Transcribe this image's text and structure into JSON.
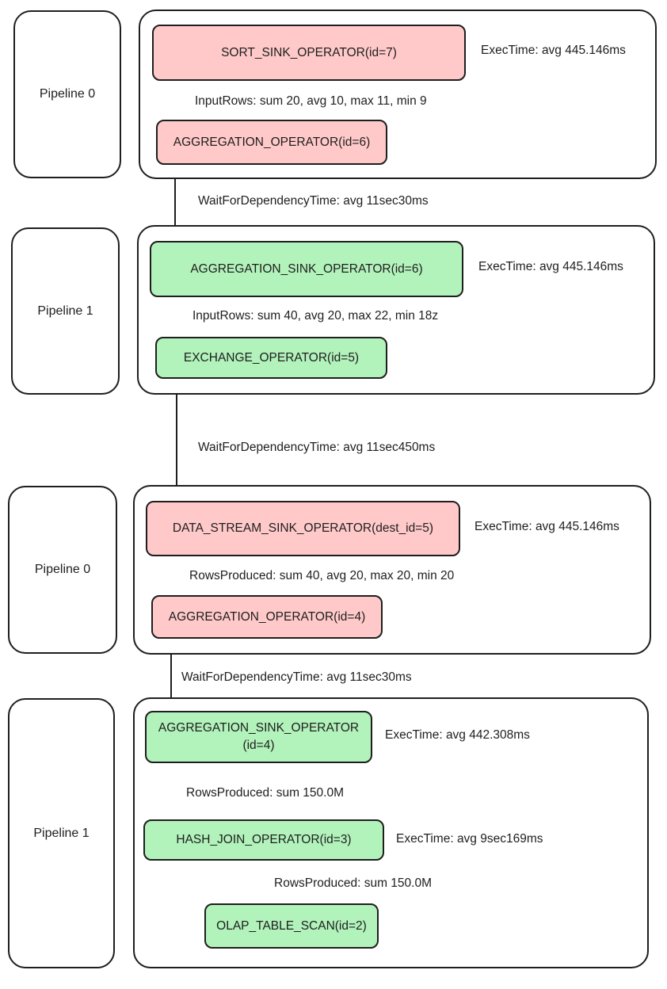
{
  "colors": {
    "red_op": "#ffc9c9",
    "green_op": "#b2f2bb",
    "stroke": "#1e1e1e"
  },
  "groups": [
    {
      "pipeline_label": "Pipeline 0",
      "ops": [
        {
          "label": "SORT_SINK_OPERATOR(id=7)",
          "color": "red"
        },
        {
          "label": "AGGREGATION_OPERATOR(id=6)",
          "color": "red"
        }
      ],
      "exec_time": "ExecTime: avg 445.146ms",
      "edge_label": "InputRows: sum 20, avg 10, max 11, min 9"
    },
    {
      "pipeline_label": "Pipeline 1",
      "ops": [
        {
          "label": "AGGREGATION_SINK_OPERATOR(id=6)",
          "color": "green"
        },
        {
          "label": "EXCHANGE_OPERATOR(id=5)",
          "color": "green"
        }
      ],
      "exec_time": "ExecTime: avg 445.146ms",
      "edge_label": "InputRows: sum 40, avg 20, max 22, min 18z"
    },
    {
      "pipeline_label": "Pipeline 0",
      "ops": [
        {
          "label": "DATA_STREAM_SINK_OPERATOR(dest_id=5)",
          "color": "red"
        },
        {
          "label": "AGGREGATION_OPERATOR(id=4)",
          "color": "red"
        }
      ],
      "exec_time": "ExecTime: avg 445.146ms",
      "edge_label": "RowsProduced: sum 40, avg 20, max 20, min 20"
    },
    {
      "pipeline_label": "Pipeline 1",
      "ops": [
        {
          "label": "AGGREGATION_SINK_OPERATOR\n(id=4)",
          "color": "green"
        },
        {
          "label": "HASH_JOIN_OPERATOR(id=3)",
          "color": "green"
        },
        {
          "label": "OLAP_TABLE_SCAN(id=2)",
          "color": "green"
        }
      ],
      "exec_time": "ExecTime: avg 442.308ms",
      "exec_time_2": "ExecTime: avg 9sec169ms",
      "edge_label": "RowsProduced: sum 150.0M",
      "edge_label_2": "RowsProduced: sum 150.0M"
    }
  ],
  "between": [
    "WaitForDependencyTime: avg 11sec30ms",
    "WaitForDependencyTime: avg 11sec450ms",
    "WaitForDependencyTime: avg 11sec30ms"
  ]
}
